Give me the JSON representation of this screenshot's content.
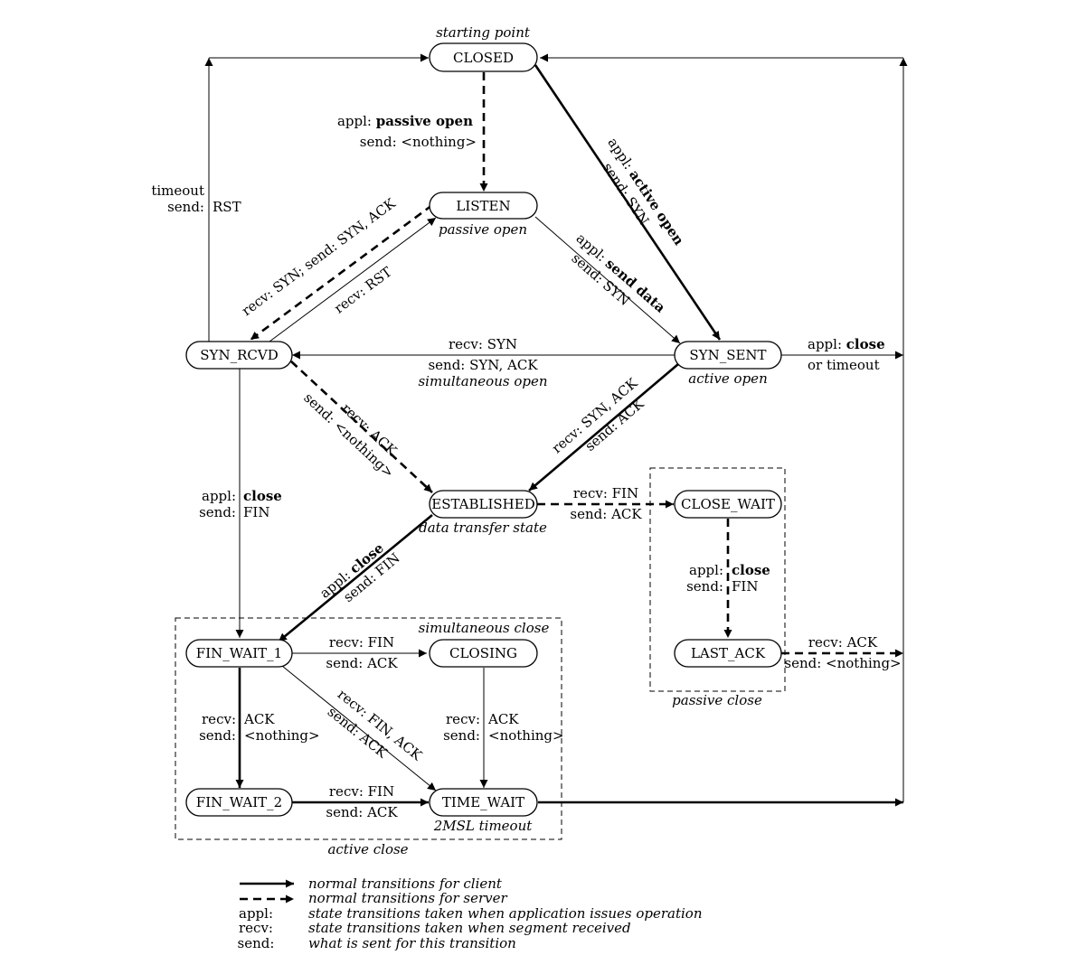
{
  "states": {
    "closed": "CLOSED",
    "listen": "LISTEN",
    "syn_rcvd": "SYN_RCVD",
    "syn_sent": "SYN_SENT",
    "established": "ESTABLISHED",
    "close_wait": "CLOSE_WAIT",
    "last_ack": "LAST_ACK",
    "fin_wait_1": "FIN_WAIT_1",
    "fin_wait_2": "FIN_WAIT_2",
    "closing": "CLOSING",
    "time_wait": "TIME_WAIT"
  },
  "state_notes": {
    "closed": "starting point",
    "listen": "passive open",
    "syn_sent": "active open",
    "established": "data transfer state",
    "time_wait": "2MSL timeout",
    "simultaneous_open": "simultaneous open",
    "simultaneous_close": "simultaneous close",
    "active_close": "active close",
    "passive_close": "passive close"
  },
  "labels": {
    "closed_listen": {
      "appl": "appl:",
      "appl_op": "passive open",
      "send": "send: <nothing>"
    },
    "closed_synsent": {
      "appl": "appl:",
      "appl_op": "active open",
      "send": "send: SYN"
    },
    "listen_synsent": {
      "appl": "appl:",
      "appl_op": "send data",
      "send": "send: SYN"
    },
    "listen_synrcvd": {
      "recv": "recv: SYN;",
      "send": "send: SYN, ACK"
    },
    "synrcvd_listen": {
      "recv": "recv: RST"
    },
    "timeout": {
      "line1": "timeout",
      "line2": "send:",
      "line2b": "RST"
    },
    "synsent_synrcvd": {
      "recv": "recv: SYN",
      "send": "send: SYN, ACK"
    },
    "synsent_close": {
      "appl": "appl:",
      "appl_op": "close",
      "line2": "or timeout"
    },
    "synrcvd_est": {
      "recv": "recv: ACK",
      "send": "send: <nothing>"
    },
    "synsent_est": {
      "recv": "recv: SYN, ACK",
      "send": "send: ACK"
    },
    "synrcvd_finwait1": {
      "appl": "appl:",
      "appl_op": "close",
      "send": "send:",
      "send_val": "FIN"
    },
    "est_closewait": {
      "recv": "recv: FIN",
      "send": "send: ACK"
    },
    "closewait_lastack": {
      "appl": "appl:",
      "appl_op": "close",
      "send": "send:",
      "send_val": "FIN"
    },
    "lastack_closed": {
      "recv": "recv: ACK",
      "send": "send: <nothing>"
    },
    "est_finwait1": {
      "appl": "appl:",
      "appl_op": "close",
      "send": "send: FIN"
    },
    "finwait1_closing": {
      "recv": "recv: FIN",
      "send": "send: ACK"
    },
    "finwait1_finwait2": {
      "recv": "recv:",
      "recv_val": "ACK",
      "send": "send:",
      "send_val": "<nothing>"
    },
    "closing_timewait": {
      "recv": "recv:",
      "recv_val": "ACK",
      "send": "send:",
      "send_val": "<nothing>"
    },
    "finwait1_timewait": {
      "recv": "recv: FIN, ACK",
      "send": "send: ACK"
    },
    "finwait2_timewait": {
      "recv": "recv: FIN",
      "send": "send: ACK"
    }
  },
  "legend": {
    "client": "normal transitions for client",
    "server": "normal transitions for server",
    "appl_key": "appl:",
    "appl_desc": "state transitions taken when application issues operation",
    "recv_key": "recv:",
    "recv_desc": "state transitions taken when segment received",
    "send_key": "send:",
    "send_desc": "what is sent for this transition"
  }
}
